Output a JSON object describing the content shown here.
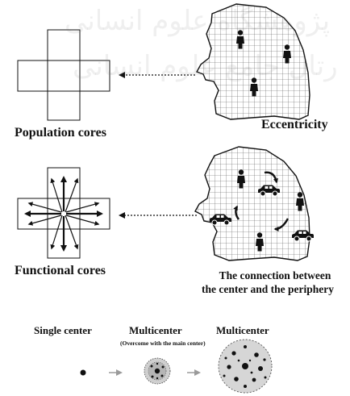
{
  "panels": {
    "population": {
      "label": "Population cores",
      "map_label": "Eccentricity"
    },
    "functional": {
      "label": "Functional cores",
      "map_label_line1": "The connection between",
      "map_label_line2": "the center and the periphery"
    }
  },
  "centers": {
    "single": "Single center",
    "multi_small": "Multicenter",
    "multi_small_note": "(Overcome with the main center)",
    "multi_large": "Multicenter"
  },
  "watermark": {
    "line1": "پژوهشگاه علوم انسانی",
    "line2": "رتال جامع علوم انسانی"
  },
  "colors": {
    "ink": "#111111",
    "grid": "#555555",
    "arrow_gray": "#9a9a9a",
    "circle_fill": "#cfcfcf"
  }
}
